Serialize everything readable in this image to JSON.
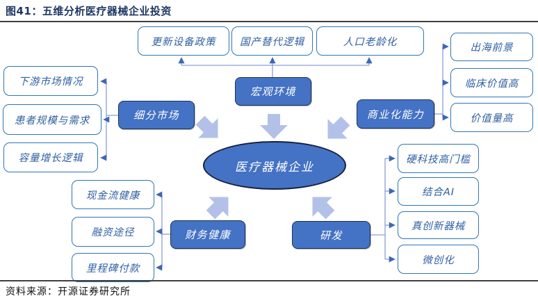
{
  "figure": {
    "title": "图41：五维分析医疗器械企业投资"
  },
  "center": {
    "label": "医疗器械企业"
  },
  "dims": {
    "macro": {
      "label": "宏观环境",
      "factors": [
        "更新设备政策",
        "国产替代逻辑",
        "人口老龄化"
      ]
    },
    "segment": {
      "label": "细分市场",
      "factors": [
        "下游市场情况",
        "患者规模与需求",
        "容量增长逻辑"
      ]
    },
    "commercial": {
      "label": "商业化能力",
      "factors": [
        "出海前景",
        "临床价值高",
        "价值量高"
      ]
    },
    "finance": {
      "label": "财务健康",
      "factors": [
        "现金流健康",
        "融资途径",
        "里程碑付款"
      ]
    },
    "rnd": {
      "label": "研发",
      "factors": [
        "硬科技高门槛",
        "结合AI",
        "真创新器械",
        "微创化"
      ]
    }
  },
  "footer": {
    "source": "资料来源：开源证券研究所"
  },
  "colors": {
    "node_fill": "#4472C4",
    "node_border": "#1F3355",
    "factor_border": "#2E75B6",
    "factor_text": "#2E5FA3",
    "connector_line": "#8A9FD4",
    "connector_arrowhead": "#3E66B8",
    "big_arrow": "#B3C1E8",
    "title_text": "#1F3864"
  }
}
